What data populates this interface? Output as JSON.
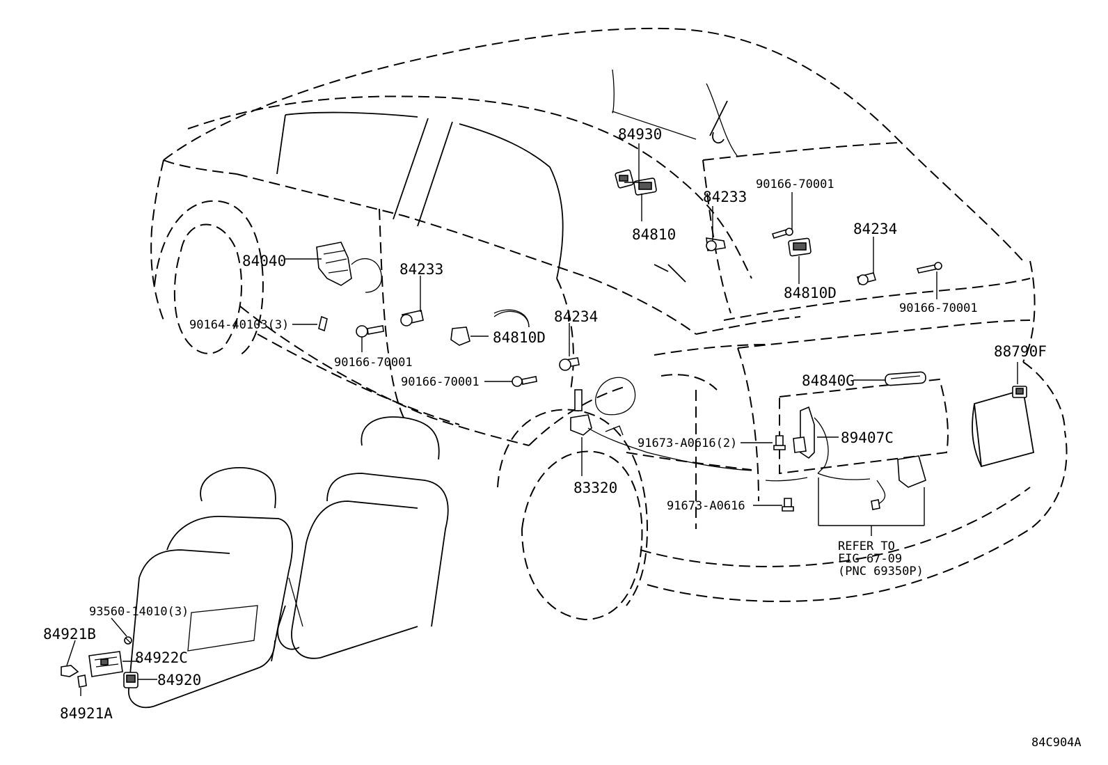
{
  "diagram": {
    "code": "84C904A",
    "labels": {
      "l84930": "84930",
      "l84810": "84810",
      "l84233_top": "84233",
      "l90166_top": "90166-70001",
      "l84234_top": "84234",
      "l84810D_right": "84810D",
      "l90166_right": "90166-70001",
      "l84040": "84040",
      "l84233_mid": "84233",
      "l90164": "90164-40103(3)",
      "l90166_mid": "90166-70001",
      "l84810D_mid": "84810D",
      "l84234_mid": "84234",
      "l90166_low": "90166-70001",
      "l88790F": "88790F",
      "l84840G": "84840G",
      "l89407C": "89407C",
      "l91673_2": "91673-A0616(2)",
      "l83320": "83320",
      "l91673": "91673-A0616",
      "refer1": "REFER TO",
      "refer2": "FIG 67-09",
      "refer3": "(PNC 69350P)",
      "l93560": "93560-14010(3)",
      "l84921B": "84921B",
      "l84922C": "84922C",
      "l84920": "84920",
      "l84921A": "84921A"
    }
  }
}
